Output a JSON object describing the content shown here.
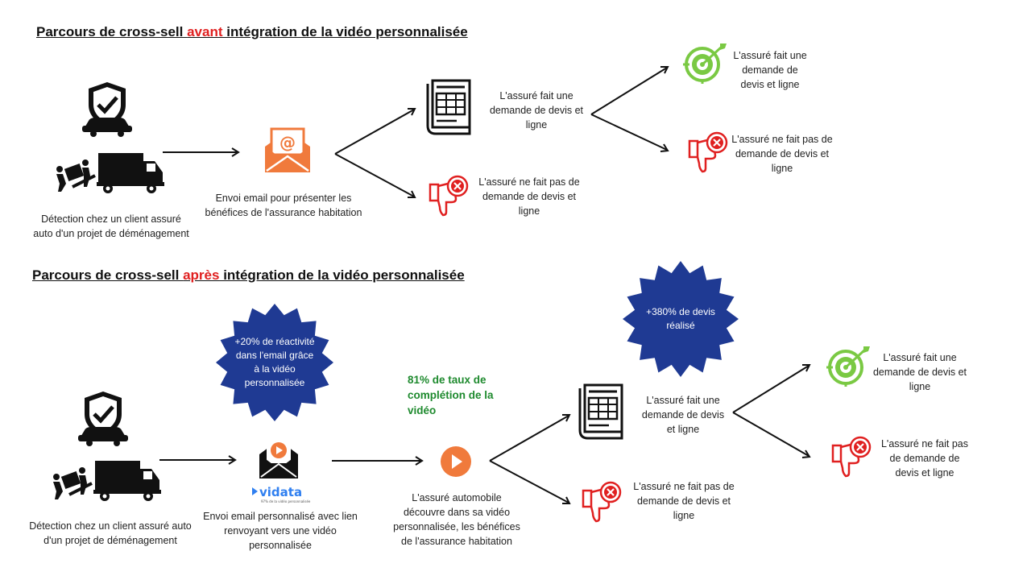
{
  "section1": {
    "title_pre": "Parcours de cross-sell ",
    "title_hl": "avant",
    "title_post": " intégration de la vidéo personnalisée",
    "step1": "Détection chez un client assuré auto d'un projet de déménagement",
    "step2": "Envoi email pour présenter les bénéfices de l'assurance habitation",
    "branch_yes": "L'assuré fait une demande de devis et ligne",
    "branch_no": "L'assuré ne fait pas de demande de devis et ligne",
    "final_yes": "L'assuré fait une demande de devis et ligne",
    "final_no": "L'assuré ne fait pas de demande de devis et ligne"
  },
  "section2": {
    "title_pre": "Parcours de cross-sell ",
    "title_hl": "après",
    "title_post": " intégration de la vidéo personnalisée",
    "step1": "Détection chez un client assuré auto d'un projet de déménagement",
    "step2": "Envoi email personnalisé avec lien renvoyant vers une vidéo personnalisée",
    "burst1": "+20% de réactivité dans l'email grâce à la vidéo personnalisée",
    "stat_completion": "81% de taux de complétion de la vidéo",
    "step3": "L'assuré automobile découvre dans sa vidéo personnalisée, les bénéfices de l'assurance habitation",
    "branch_yes": "L'assuré fait une demande de devis et ligne",
    "branch_no": "L'assuré ne fait pas de demande de devis et ligne",
    "burst2": "+380% de devis réalisé",
    "final_yes": "L'assuré fait une demande de devis et ligne",
    "final_no": "L'assuré ne fait pas de demande de devis et ligne"
  },
  "logo": {
    "name": "vidata",
    "tagline": "97% de la vidéo personnalisée"
  },
  "colors": {
    "accent_red": "#e02020",
    "orange": "#f07a3c",
    "navy_burst": "#1f3a93",
    "green": "#7ac943",
    "stat_green": "#1e8a2e"
  }
}
